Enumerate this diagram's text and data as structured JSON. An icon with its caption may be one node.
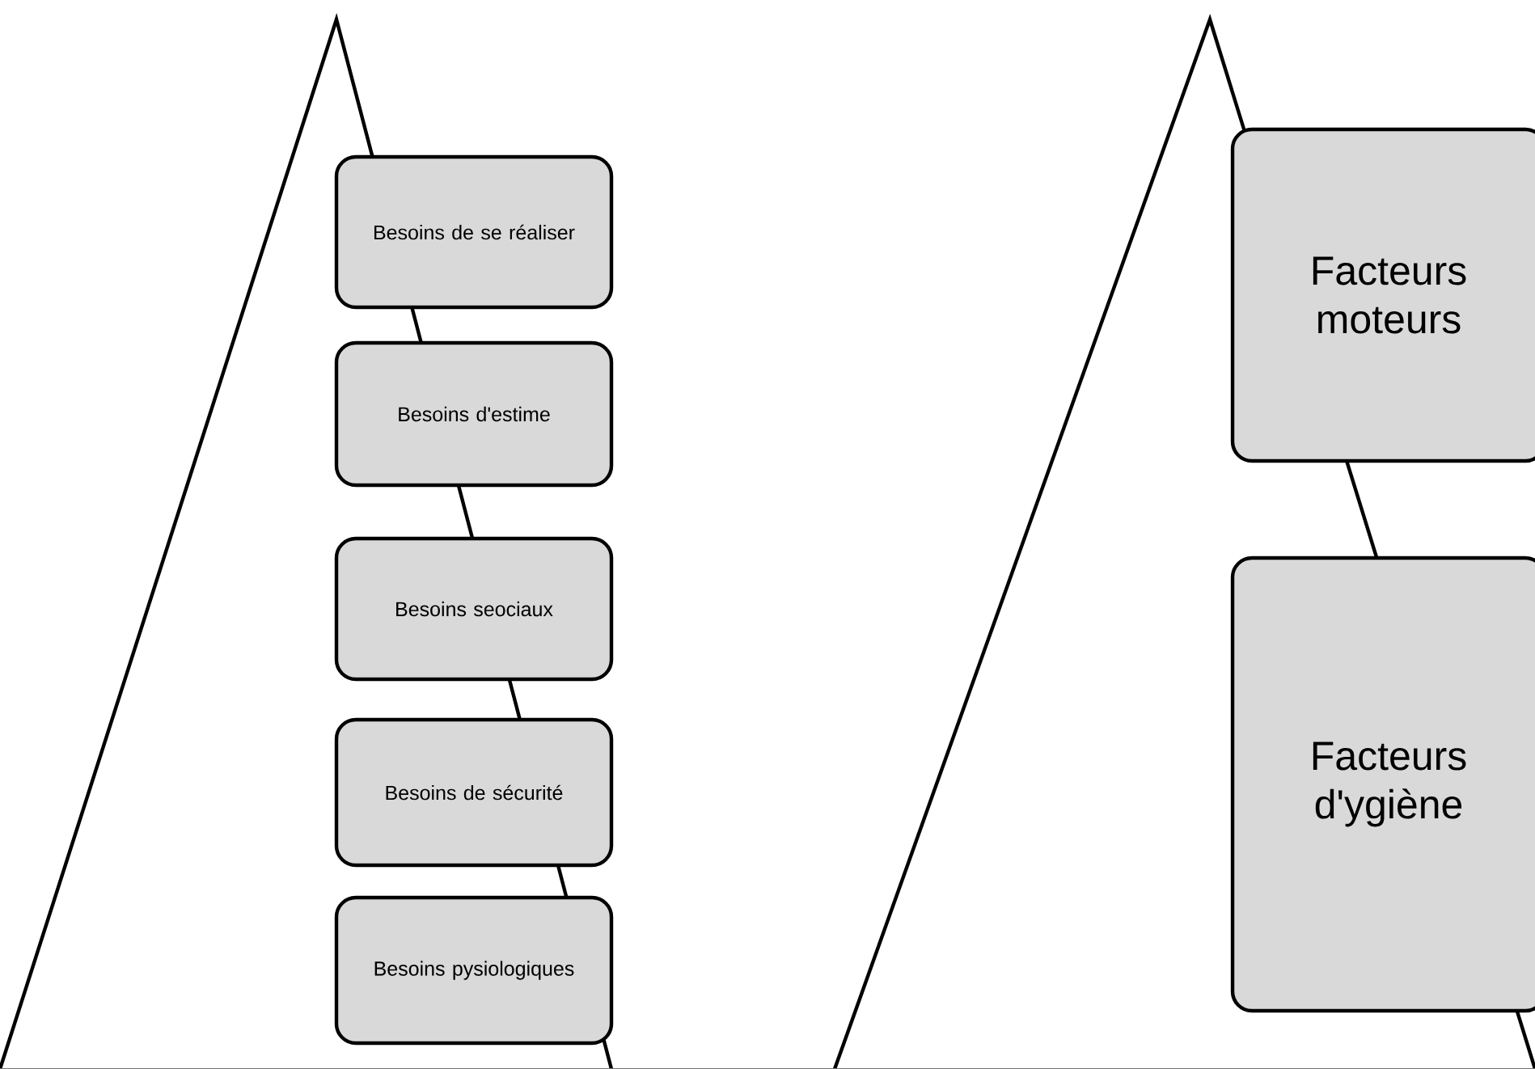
{
  "diagram": {
    "nodes": [
      {
        "text": [
          "Besoins de se réaliser"
        ]
      },
      {
        "text": [
          "Besoins d'estime"
        ]
      },
      {
        "text": [
          "Besoins seociaux"
        ]
      },
      {
        "text": [
          "Besoins de sécurité"
        ]
      },
      {
        "text": [
          "Besoins pysiologiques"
        ]
      },
      {
        "text": [
          "Facteurs moteurs"
        ]
      },
      {
        "text": [
          "Facteurs d'ygiène"
        ]
      }
    ]
  }
}
